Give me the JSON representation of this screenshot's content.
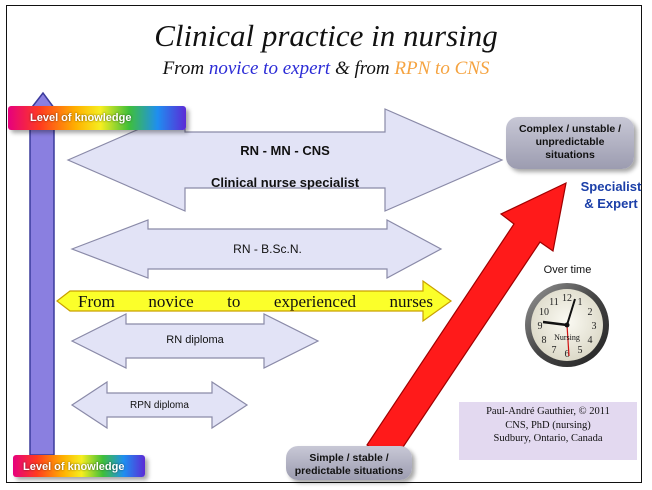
{
  "title": "Clinical practice in nursing",
  "subtitle": {
    "prefix": "From ",
    "novice_to_expert": "novice to expert",
    "middle": " & from ",
    "rpn_to_cns": "RPN to CNS"
  },
  "knowledge_label_top": "Level of knowledge",
  "knowledge_label_bottom": "Level of knowledge",
  "arrows": {
    "rn_mn_cns": "RN  -  MN - CNS",
    "cns_full": "Clinical nurse specialist",
    "rn_bscn": "RN - B.Sc.N.",
    "rn_diploma": "RN diploma",
    "rpn_diploma": "RPN diploma",
    "novice_words": [
      "From",
      "novice",
      "to",
      "experienced",
      "nurses"
    ]
  },
  "complex_box": "Complex / unstable / unpredictable situations",
  "simple_box": "Simple / stable / predictable situations",
  "specialist": [
    "Specialist",
    "& Expert"
  ],
  "over_time": "Over time",
  "clock_label": "Nursing",
  "credit": [
    "Paul-André Gauthier, © 2011",
    "CNS, PhD (nursing)",
    "Sudbury, Ontario, Canada"
  ],
  "colors": {
    "arrow_fill": "#e2e3f6",
    "arrow_stroke": "#8a8aa8",
    "yellow_arrow": "#fbff2a",
    "red_arrow": "#ff1a1a",
    "knowledge_arrow": "#8a7fe0",
    "blue_text": "#2b2bd6",
    "orange_text": "#f5a340",
    "specialist_text": "#1b3fa8"
  }
}
